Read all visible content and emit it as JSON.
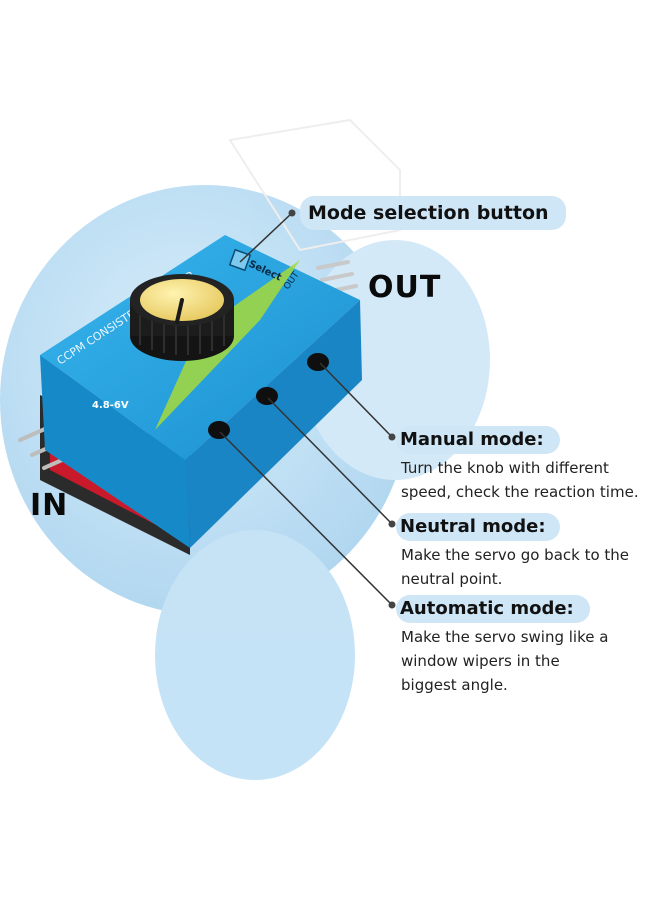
{
  "colors": {
    "background_blob": "#b9ddf3",
    "pill": "#cfe6f7",
    "device_blue": "#1fa0df",
    "knob_cap": "#f4e08a",
    "pcb_red": "#c81a2a",
    "leader_line": "#333333"
  },
  "callouts": {
    "mode_selection": "Mode selection button",
    "out": "OUT",
    "in": "IN",
    "manual": {
      "title": "Manual mode:",
      "line1": "Turn the knob with different",
      "line2": "speed, check the reaction time."
    },
    "neutral": {
      "title": "Neutral mode:",
      "line1": "Make the servo go back to the",
      "line2": "neutral point."
    },
    "automatic": {
      "title": "Automatic mode:",
      "line1": "Make the servo swing like a",
      "line2": "window wipers in the",
      "line3": "biggest angle."
    }
  },
  "device_text": {
    "brand": "CCPM CONSISTENCY MASTER",
    "voltage": "4.8-6V",
    "select": "Select",
    "out_port": "OUT"
  },
  "icons": [
    "servo-tester-device",
    "rotary-knob",
    "mode-led"
  ]
}
